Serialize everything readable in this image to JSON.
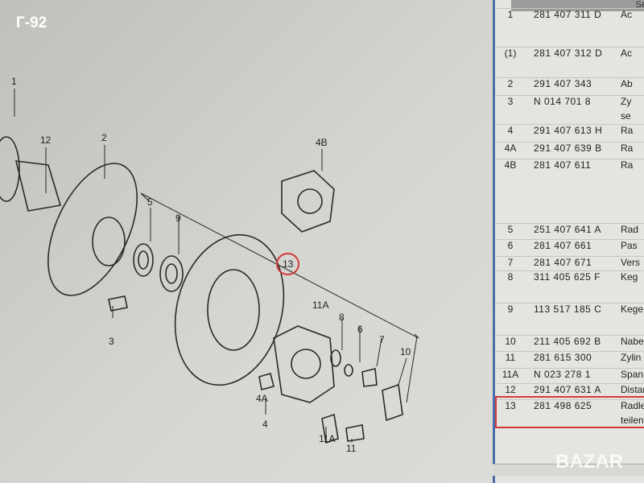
{
  "title": "Г-92",
  "diagram": {
    "callouts": [
      "1",
      "12",
      "2",
      "5",
      "9",
      "4B",
      "13",
      "11A",
      "8",
      "6",
      "7",
      "10",
      "3",
      "4A",
      "4",
      "11A",
      "11"
    ],
    "highlighted_callout": "13",
    "highlight_color": "#d43a3a"
  },
  "parts_table": {
    "header": "Se",
    "rows": [
      {
        "pos": "1",
        "number": "281 407 311 D",
        "desc": "Ac"
      },
      {
        "pos": "(1)",
        "number": "281 407 312 D",
        "desc": "Ac"
      },
      {
        "pos": "2",
        "number": "291 407 343",
        "desc": "Ab"
      },
      {
        "pos": "3",
        "number": "N  014 701 8",
        "desc": "Zy",
        "desc2": "se"
      },
      {
        "pos": "4",
        "number": "291 407 613 H",
        "desc": "Ra"
      },
      {
        "pos": "4A",
        "number": "291 407 639 B",
        "desc": "Ra"
      },
      {
        "pos": "4B",
        "number": "281 407 611",
        "desc": "Ra"
      },
      {
        "pos": "5",
        "number": "251 407 641 A",
        "desc": "Rad"
      },
      {
        "pos": "6",
        "number": "281 407 661",
        "desc": "Pas"
      },
      {
        "pos": "7",
        "number": "281 407 671",
        "desc": "Vers"
      },
      {
        "pos": "8",
        "number": "311 405 625 F",
        "desc": "Keg"
      },
      {
        "pos": "9",
        "number": "113 517 185 C",
        "desc": "Kege"
      },
      {
        "pos": "10",
        "number": "211 405 692 B",
        "desc": "Nabe"
      },
      {
        "pos": "11",
        "number": "281 615 300",
        "desc": "Zylin"
      },
      {
        "pos": "11A",
        "number": "N  023 278 1",
        "desc": "Span"
      },
      {
        "pos": "12",
        "number": "291 407 631 A",
        "desc": "Distar"
      },
      {
        "pos": "13",
        "number": "281 498 625",
        "desc": "Radle",
        "desc2": "teilen"
      }
    ]
  },
  "watermark": "BAZAR"
}
